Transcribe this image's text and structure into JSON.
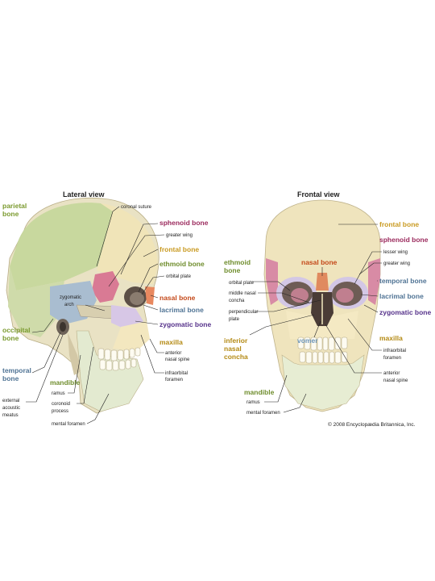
{
  "colors": {
    "parietal": "#7b9a2f",
    "sphenoid": "#9b2a5d",
    "frontal": "#c99a21",
    "ethmoid": "#6f8d2d",
    "nasal": "#c4491a",
    "lacrimal": "#4f7394",
    "zygomatic": "#55318a",
    "maxilla": "#b48a14",
    "occipital": "#7b9a2f",
    "temporal": "#4f7394",
    "mandible": "#6f8d2d",
    "inferior_nasal_concha": "#b48a14",
    "vomer": "#6d95b8"
  },
  "lateral": {
    "title": "Lateral view",
    "parietal": [
      "parietal",
      "bone"
    ],
    "coronal_suture": "coronal suture",
    "sphenoid": "sphenoid bone",
    "greater_wing": "greater wing",
    "frontal": "frontal bone",
    "ethmoid": "ethmoid bone",
    "orbital_plate": "orbital plate",
    "zygomatic_arch": [
      "zygomatic",
      "arch"
    ],
    "nasal": "nasal bone",
    "lacrimal": "lacrimal bone",
    "zygomatic": "zygomatic bone",
    "occipital": [
      "occipital",
      "bone"
    ],
    "temporal": [
      "temporal",
      "bone"
    ],
    "maxilla": "maxilla",
    "anterior_nasal_spine": [
      "anterior",
      "nasal spine"
    ],
    "infraorbital_foramen": [
      "infraorbital",
      "foramen"
    ],
    "mandible": "mandible",
    "ramus": "ramus",
    "coronoid_process": [
      "coronoid",
      "process"
    ],
    "mental_foramen": "mental foramen",
    "external_acoustic_meatus": [
      "external",
      "acoustic",
      "meatus"
    ]
  },
  "frontal": {
    "title": "Frontal view",
    "frontal": "frontal bone",
    "sphenoid": "sphenoid bone",
    "lesser_wing": "lesser wing",
    "greater_wing": "greater wing",
    "ethmoid": [
      "ethmoid",
      "bone"
    ],
    "orbital_plate": "orbital plate",
    "middle_nasal_concha": [
      "middle nasal",
      "concha"
    ],
    "perpendicular_plate": [
      "perpendicular",
      "plate"
    ],
    "nasal": "nasal bone",
    "temporal": "temporal bone",
    "lacrimal": "lacrimal bone",
    "zygomatic": "zygomatic bone",
    "inferior_nasal_concha": [
      "inferior",
      "nasal",
      "concha"
    ],
    "vomer": "vomer",
    "maxilla": "maxilla",
    "infraorbital_foramen": [
      "infraorbital",
      "foramen"
    ],
    "anterior_nasal_spine": [
      "anterior",
      "nasal spine"
    ],
    "mandible": "mandible",
    "ramus": "ramus",
    "mental_foramen": "mental foramen"
  },
  "copyright": "© 2008 Encyclopædia Britannica, Inc."
}
